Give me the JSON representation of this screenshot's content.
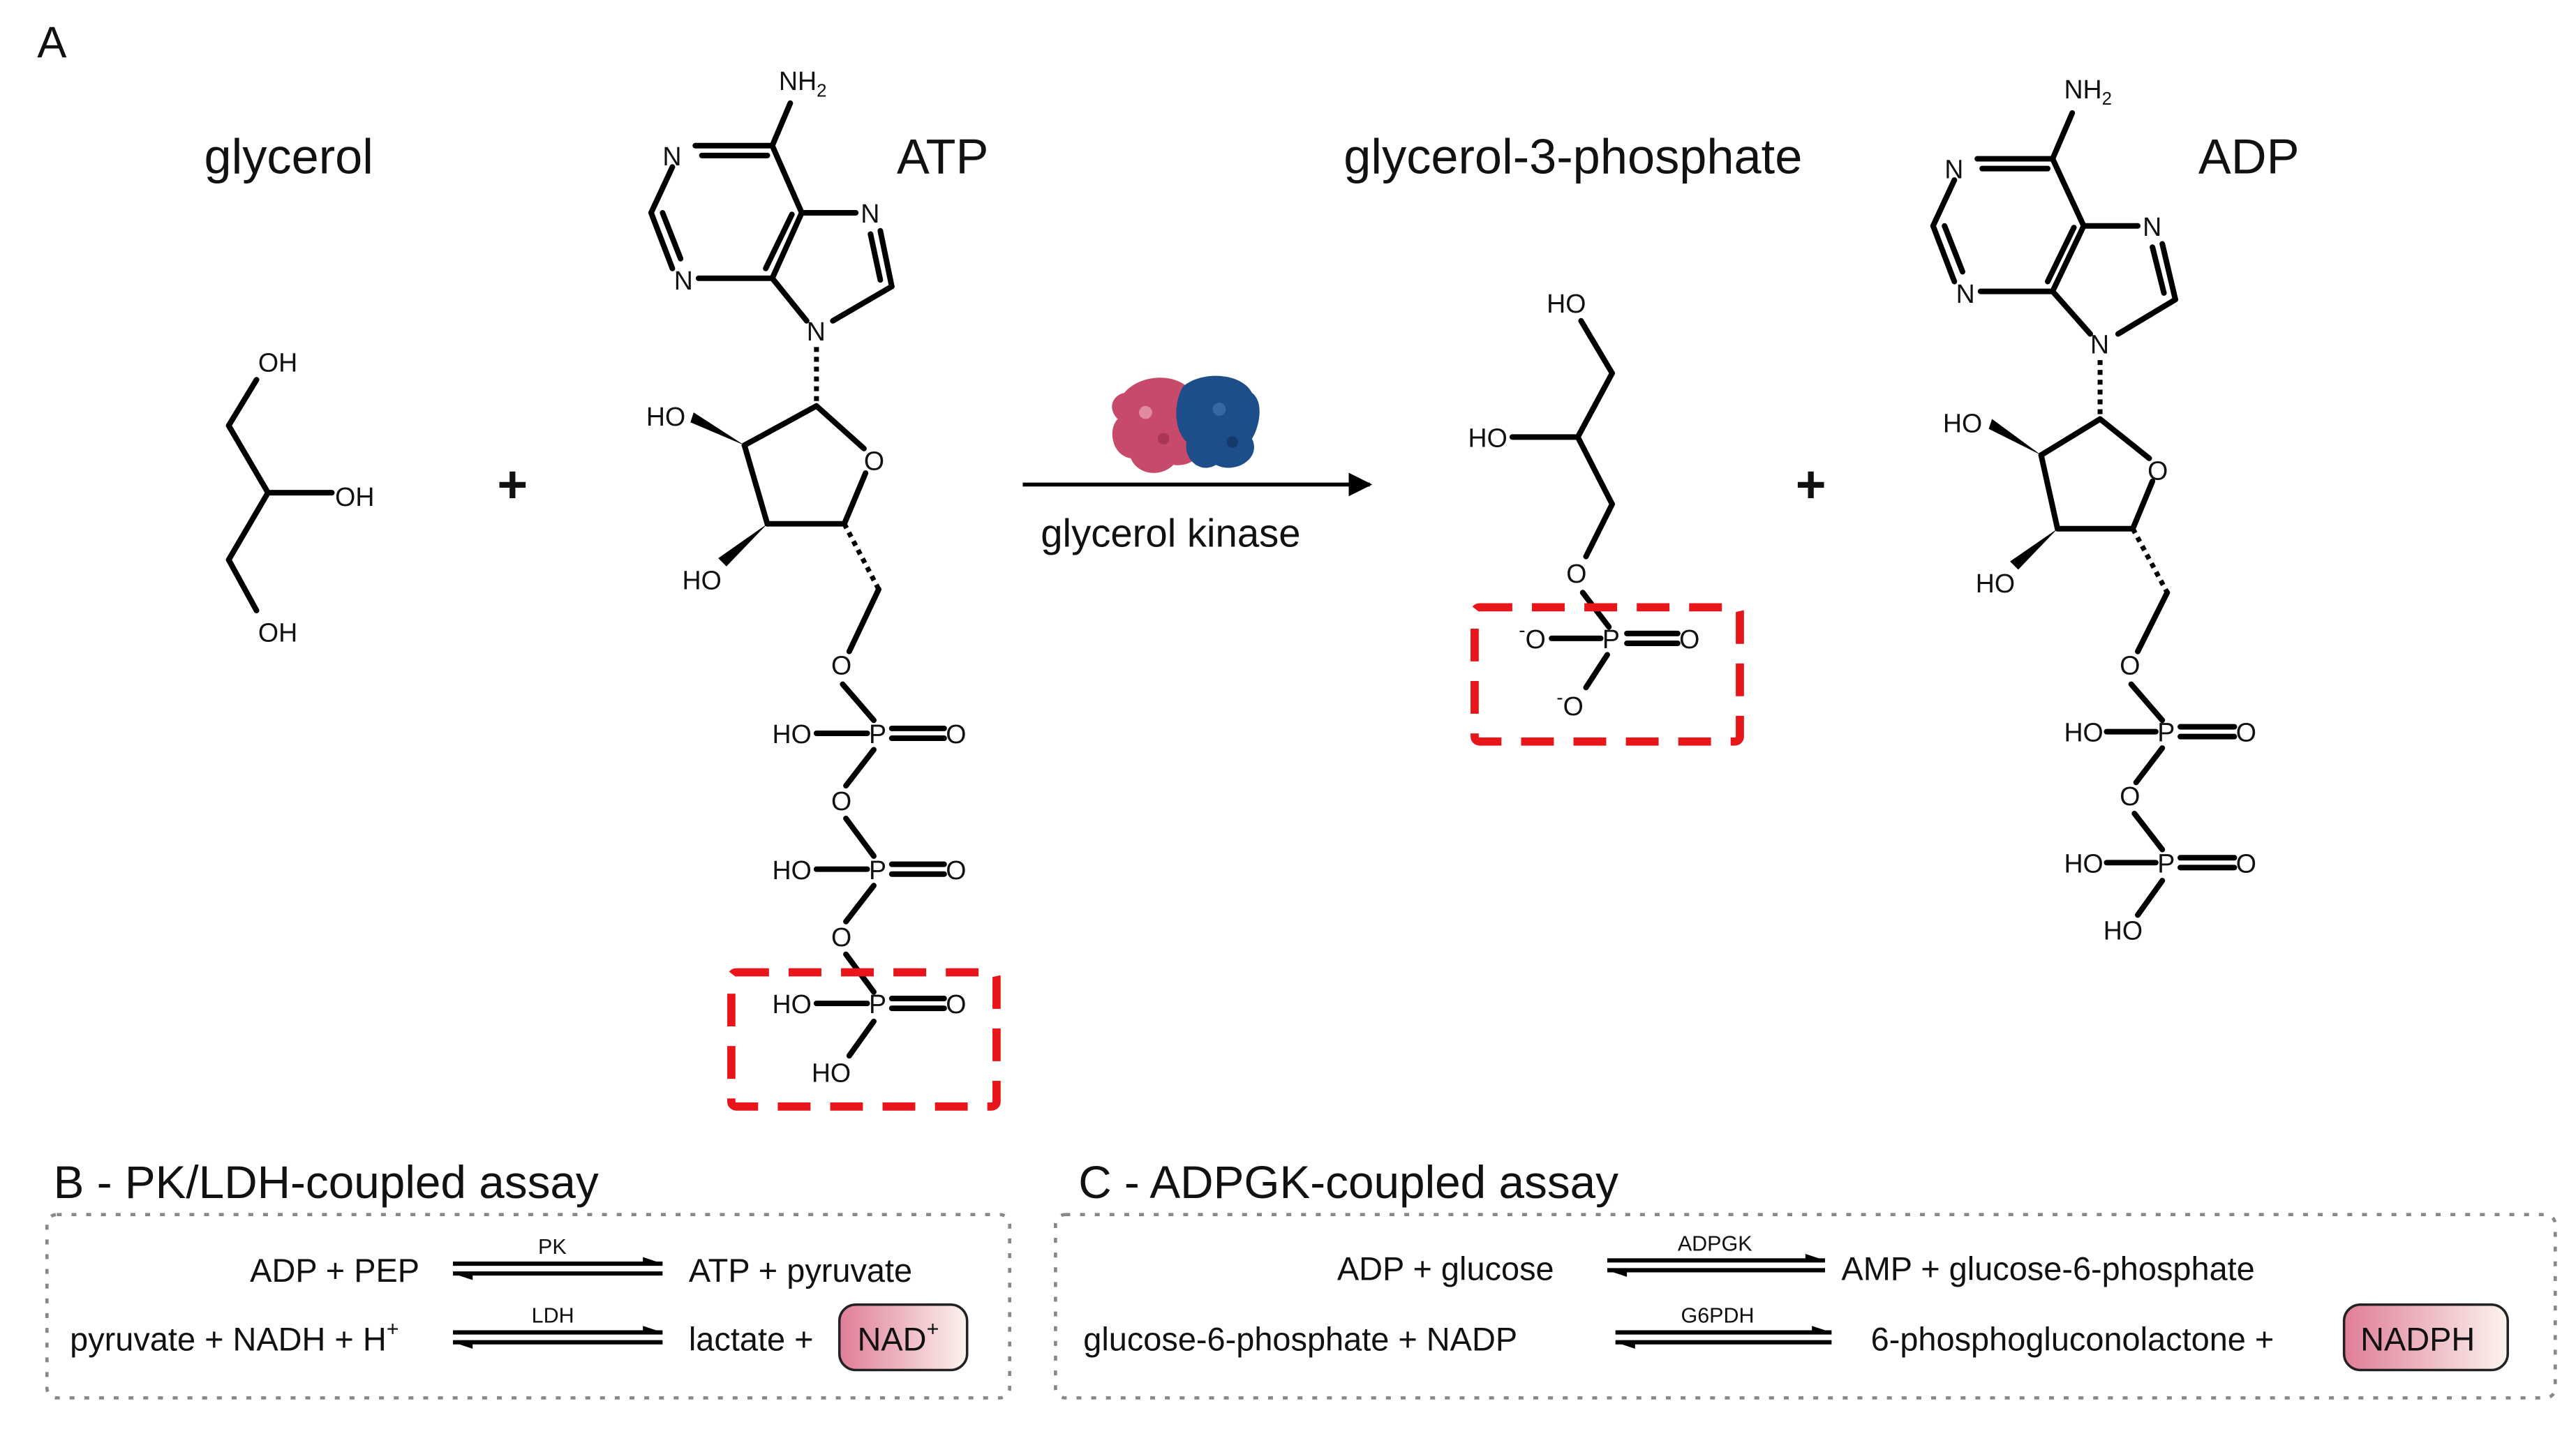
{
  "panel_a": {
    "label": "A",
    "glycerol": {
      "name": "glycerol",
      "oh1": "OH",
      "oh2": "OH",
      "oh3": "OH"
    },
    "plus": "+",
    "atp": {
      "name": "ATP",
      "nh2": "NH",
      "nh2_sub": "2",
      "n1": "N",
      "n3": "N",
      "n7": "N",
      "n9": "N",
      "ring_o": "O",
      "ho2": "HO",
      "ho3": "HO",
      "o5": "O",
      "pa_ho": "HO",
      "pa_p": "P",
      "pa_o": "O",
      "bridge1": "O",
      "pb_ho": "HO",
      "pb_p": "P",
      "pb_o": "O",
      "bridge2": "O",
      "pg_ho": "HO",
      "pg_p": "P",
      "pg_o": "O",
      "pg_ho2": "HO"
    },
    "enzyme": {
      "name": "glycerol kinase"
    },
    "g3p": {
      "name": "glycerol-3-phosphate",
      "ho1": "HO",
      "ho2": "HO",
      "o": "O",
      "o_minus1": "O",
      "o_minus2": "O",
      "minus": "-",
      "p": "P",
      "p_o": "O"
    },
    "adp": {
      "name": "ADP",
      "nh2": "NH",
      "nh2_sub": "2",
      "n1": "N",
      "n3": "N",
      "n7": "N",
      "n9": "N",
      "ring_o": "O",
      "ho2": "HO",
      "ho3": "HO",
      "o5": "O",
      "pa_ho": "HO",
      "pa_p": "P",
      "pa_o": "O",
      "bridge": "O",
      "pb_ho": "HO",
      "pb_p": "P",
      "pb_o": "O",
      "pb_ho2": "HO"
    }
  },
  "panel_b": {
    "title": "B - PK/LDH-coupled assay",
    "r1_left": "ADP + PEP",
    "r1_enzyme": "PK",
    "r1_right": "ATP + pyruvate",
    "r2_left": "pyruvate + NADH + H",
    "r2_left_sup": "+",
    "r2_enzyme": "LDH",
    "r2_right": "lactate +",
    "r2_highlight": "NAD",
    "r2_highlight_sup": "+"
  },
  "panel_c": {
    "title": "C - ADPGK-coupled assay",
    "r1_left": "ADP + glucose",
    "r1_enzyme": "ADPGK",
    "r1_right": "AMP + glucose-6-phosphate",
    "r2_left": "glucose-6-phosphate + NADP",
    "r2_enzyme": "G6PDH",
    "r2_right": "6-phosphogluconolactone +",
    "r2_highlight": "NADPH"
  },
  "colors": {
    "highlight_box": "#e8151b",
    "protein_chain_a": "#c84a6a",
    "protein_chain_b": "#1d4e8a",
    "cofactor_fill_start": "#e3859c",
    "cofactor_fill_end": "#fbf2ee"
  }
}
